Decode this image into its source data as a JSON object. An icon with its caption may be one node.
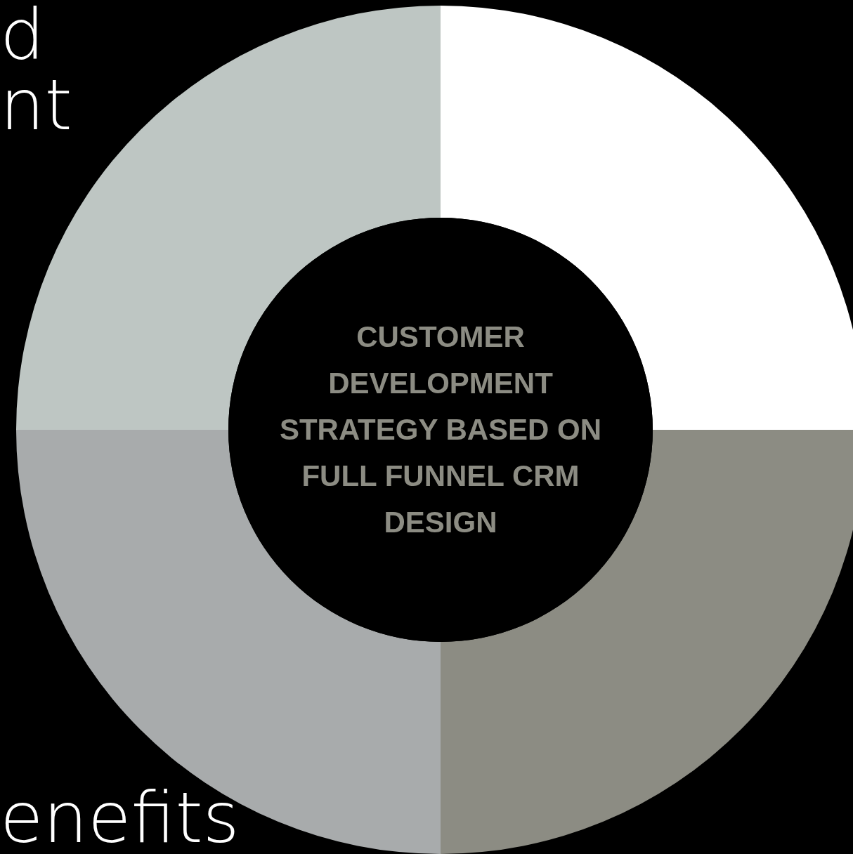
{
  "diagram": {
    "nodes": [
      {
        "text": [
          "CUSTOMER DEVELOPMENT STRATEGY BASED ON FULL FUNNEL CRM DESIGN"
        ]
      }
    ],
    "labels": [
      "d",
      "nt",
      "enefits"
    ]
  }
}
